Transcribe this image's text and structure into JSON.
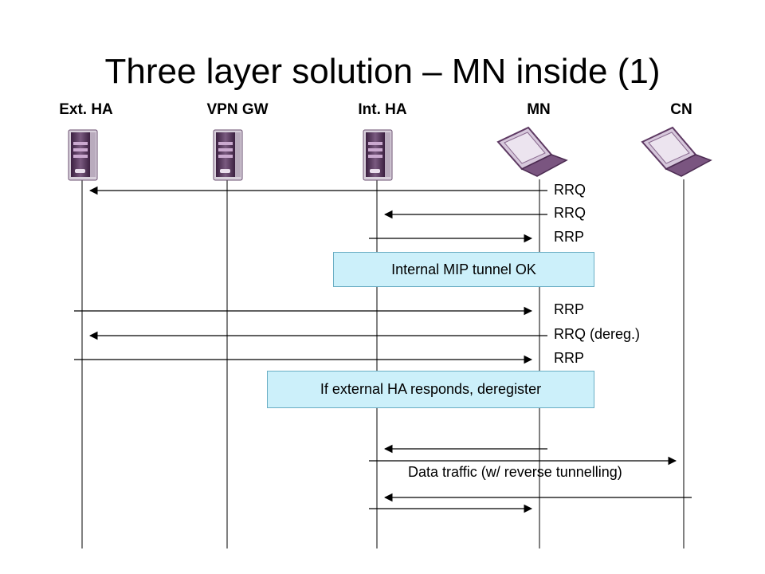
{
  "title": "Three layer solution – MN inside (1)",
  "entities": [
    {
      "id": "ext-ha",
      "label": "Ext. HA",
      "kind": "server"
    },
    {
      "id": "vpn-gw",
      "label": "VPN GW",
      "kind": "server"
    },
    {
      "id": "int-ha",
      "label": "Int. HA",
      "kind": "server"
    },
    {
      "id": "mn",
      "label": "MN",
      "kind": "laptop"
    },
    {
      "id": "cn",
      "label": "CN",
      "kind": "laptop"
    }
  ],
  "messages": [
    {
      "from": "mn",
      "to": "ext-ha",
      "label": "RRQ"
    },
    {
      "from": "mn",
      "to": "int-ha",
      "label": "RRQ"
    },
    {
      "from": "int-ha",
      "to": "mn",
      "label": "RRP"
    },
    {
      "from": "ext-ha",
      "to": "mn",
      "label": "RRP"
    },
    {
      "from": "mn",
      "to": "ext-ha",
      "label": "RRQ (dereg.)"
    },
    {
      "from": "ext-ha",
      "to": "mn",
      "label": "RRP"
    },
    {
      "from": "mn",
      "to": "int-ha",
      "label": ""
    },
    {
      "from": "int-ha",
      "to": "cn",
      "label": ""
    },
    {
      "from": "cn",
      "to": "int-ha",
      "label": ""
    },
    {
      "from": "int-ha",
      "to": "mn",
      "label": ""
    }
  ],
  "notes": [
    {
      "text": "Internal MIP tunnel OK"
    },
    {
      "text": "If external HA responds, deregister"
    }
  ],
  "data_traffic_label": "Data traffic (w/ reverse tunnelling)",
  "colors": {
    "note_fill": "#ccf0fa",
    "note_border": "#6aaec4",
    "device_purple": "#5e3a63"
  }
}
